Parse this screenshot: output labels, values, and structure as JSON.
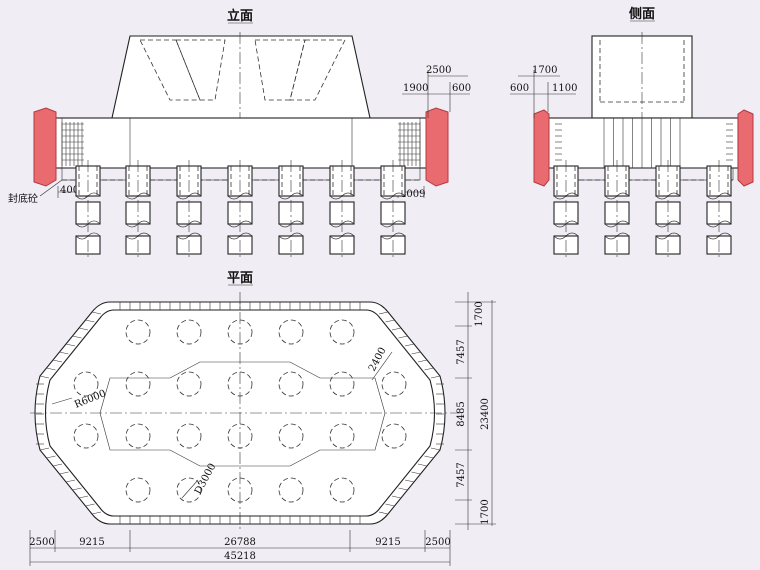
{
  "titles": {
    "elevation": "立面",
    "side": "侧面",
    "plan": "平面"
  },
  "elevation": {
    "seal_label": "封底砼",
    "dim_left": "4000",
    "dim_right": "4009",
    "dim_top_total": "2500",
    "dim_top_a": "1900",
    "dim_top_b": "600"
  },
  "side": {
    "dim_top_total": "1700",
    "dim_top_a": "600",
    "dim_top_b": "1100"
  },
  "plan": {
    "radius_label": "R6000",
    "pile_label": "D3000",
    "spacing_label": "2400",
    "bottom_dims": [
      "2500",
      "9215",
      "26788",
      "9215",
      "2500"
    ],
    "bottom_total": "45218",
    "right_dims": [
      "1700",
      "7457",
      "8485",
      "7457",
      "1700"
    ],
    "right_total": "23400"
  },
  "colors": {
    "background": "#f1edf5",
    "fender": "#e96a6f",
    "line": "#222222"
  }
}
